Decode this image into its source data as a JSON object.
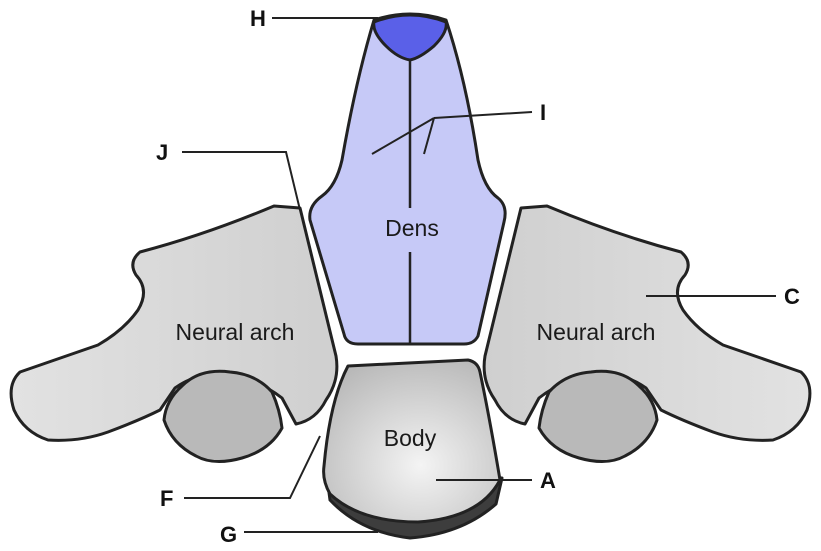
{
  "diagram": {
    "regions": {
      "dens": "Dens",
      "body": "Body",
      "left_arch": "Neural arch",
      "right_arch": "Neural arch"
    },
    "labels": {
      "H": "H",
      "I": "I",
      "J": "J",
      "C": "C",
      "A": "A",
      "F": "F",
      "G": "G"
    },
    "colors": {
      "dens_fill": "#c5c8f8",
      "dens_tip": "#5a60e8",
      "arch_fill": "#dcdcdc",
      "arch_foramen": "#b8b8b8",
      "body_fill": "#d9d9d9",
      "body_base": "#3a3a3a",
      "outline": "#222222"
    }
  }
}
